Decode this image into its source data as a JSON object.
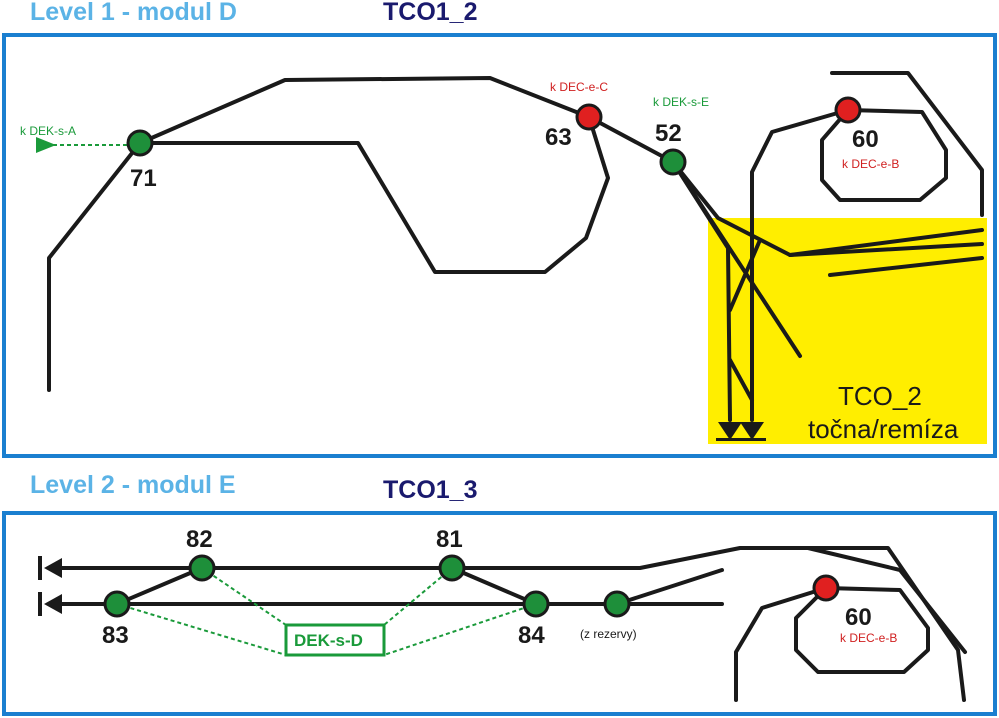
{
  "level1": {
    "title": "Level 1 - modul D",
    "tco": "TCO1_2"
  },
  "level2": {
    "title": "Level 2 - modul E",
    "tco": "TCO1_3"
  },
  "colors": {
    "frame": "#1a7fd0",
    "track": "#1a1a1a",
    "node_green": "#1e8f3a",
    "node_red": "#e02020",
    "zone_fill": "#ffee00",
    "label_green": "#1a9a3a",
    "label_red": "#d02020"
  },
  "nodes": {
    "n71": {
      "label": "71"
    },
    "n63": {
      "label": "63"
    },
    "n52": {
      "label": "52"
    },
    "n60a": {
      "label": "60"
    },
    "n82": {
      "label": "82"
    },
    "n81": {
      "label": "81"
    },
    "n83": {
      "label": "83"
    },
    "n84": {
      "label": "84"
    },
    "n60b": {
      "label": "60"
    },
    "nrez": {
      "label": "(z rezervy)"
    }
  },
  "labels": {
    "dek_s_a": "k DEK-s-A",
    "dec_e_c": "k DEC-e-C",
    "dek_s_e": "k DEK-s-E",
    "dec_e_b_1": "k DEC-e-B",
    "dec_e_b_2": "k DEC-e-B",
    "dek_s_d": "DEK-s-D",
    "zone_line1": "TCO_2",
    "zone_line2": "točna/remíza"
  }
}
